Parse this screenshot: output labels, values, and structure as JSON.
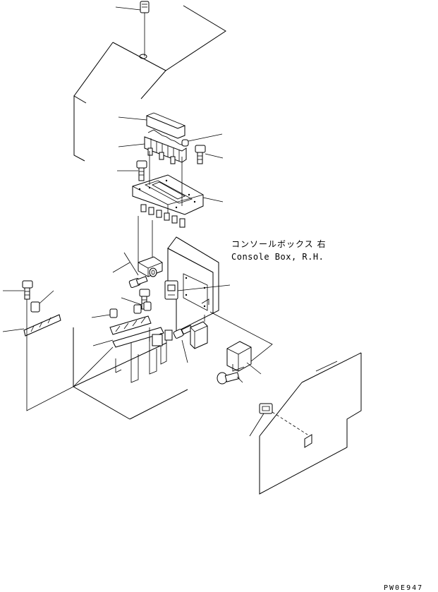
{
  "labels": {
    "console_jp": "コンソールボックス 右",
    "console_en": "Console Box, R.H.",
    "drawing_code": "PW0E947"
  }
}
